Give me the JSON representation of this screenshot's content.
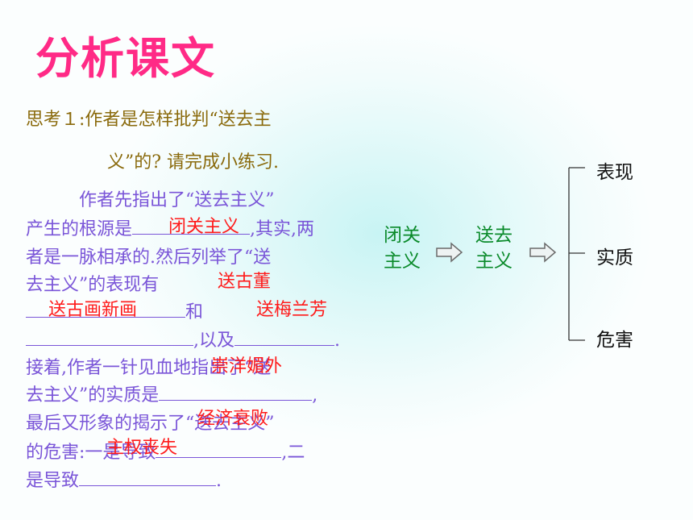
{
  "title": "分析课文",
  "question": {
    "line1": "思考１:作者是怎样批判“送去主",
    "line2": "义”的? 请完成小练习."
  },
  "passage": {
    "l1": "作者先指出了“送去主义”",
    "l2a": "产生的根源是",
    "l2b": ",其实,两",
    "l3": "者是一脉相承的.然后列举了“送",
    "l4": "去主义”的表现有",
    "l5b": "和",
    "l6b": ",以及",
    "l6c": ".",
    "l7a": "接着,作者一针见血地指出了“送",
    "l8a": "去主义”的实质是",
    "l8c": ",",
    "l9a": "最后又形象的揭示了“送去主义”",
    "l10a": "的危害:一是导致",
    "l10c": ",二",
    "l11a": "是导致",
    "l11c": "."
  },
  "answers": {
    "a1": "闭关主义",
    "a2": "送古董",
    "a3": "送古画新画",
    "a4": "送梅兰芳",
    "a5": "崇洋媚外",
    "a6": "经济衰败",
    "a7": "主权丧失"
  },
  "diagram": {
    "node1": [
      "闭关",
      "主义"
    ],
    "node2": [
      "送去",
      "主义"
    ],
    "branches": [
      "表现",
      "实质",
      "危害"
    ]
  }
}
